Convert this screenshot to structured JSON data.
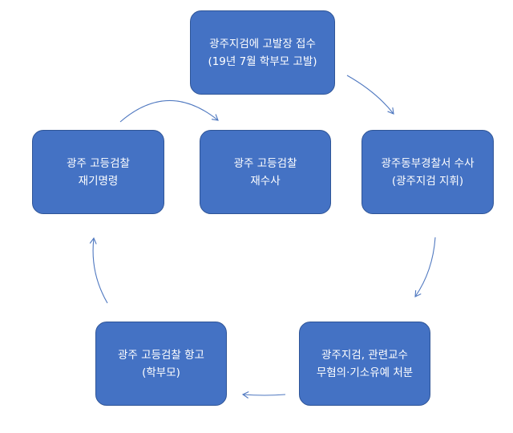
{
  "nodes": {
    "complaint": {
      "line1": "광주지검에 고발장 접수",
      "line2": "(19년 7월 학부모 고발)"
    },
    "police": {
      "line1": "광주동부경찰서 수사",
      "line2": "(광주지검 지휘)"
    },
    "decision": {
      "line1": "광주지검, 관련교수",
      "line2": "무혐의·기소유예 처분"
    },
    "appeal": {
      "line1": "광주 고등검찰 항고",
      "line2": "(학부모)"
    },
    "order": {
      "line1": "광주 고등검찰",
      "line2": "재기명령"
    },
    "reinvest": {
      "line1": "광주 고등검찰",
      "line2": "재수사"
    }
  },
  "colors": {
    "box_fill": "#4472c4",
    "box_border": "#2f5597",
    "box_text": "#ffffff",
    "arrow": "#4f78c0"
  }
}
